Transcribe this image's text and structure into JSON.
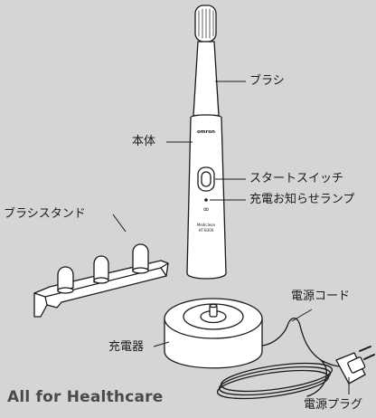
{
  "labels": {
    "brush_head": "ブラシ",
    "body": "本体",
    "start_switch": "スタートスイッチ",
    "charge_lamp": "充電お知らせランプ",
    "brush_stand": "ブラシスタンド",
    "power_cord": "電源コード",
    "charger": "充電器",
    "power_plug": "電源プラグ"
  },
  "device": {
    "logo": "omron",
    "lamp_symbol": "∞",
    "model_line1": "Mediclean",
    "model_line2": "HT-B306"
  },
  "footer": {
    "brand_text": "All for Healthcare"
  },
  "colors": {
    "background": "#d5d5d5",
    "device_fill": "#ffffff",
    "outline": "#1a1a1a",
    "brand_text": "#4a4a4a"
  }
}
